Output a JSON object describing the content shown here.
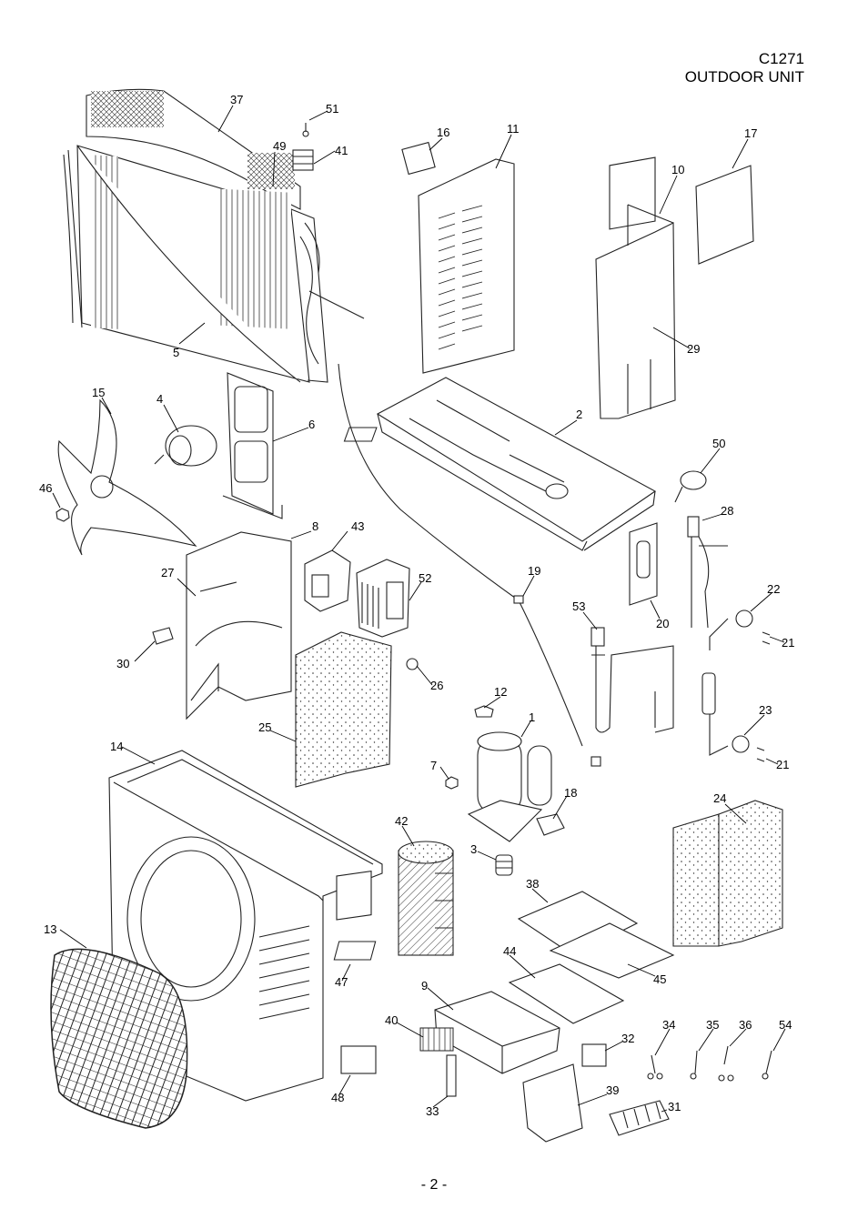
{
  "header": {
    "model": "C1271",
    "subtitle": "OUTDOOR UNIT"
  },
  "footer": {
    "page": "- 2 -"
  },
  "parts": [
    {
      "id": "p37",
      "label": "37"
    },
    {
      "id": "p51",
      "label": "51"
    },
    {
      "id": "p49",
      "label": "49"
    },
    {
      "id": "p41",
      "label": "41"
    },
    {
      "id": "p16",
      "label": "16"
    },
    {
      "id": "p11",
      "label": "11"
    },
    {
      "id": "p17",
      "label": "17"
    },
    {
      "id": "p10",
      "label": "10"
    },
    {
      "id": "p29",
      "label": "29"
    },
    {
      "id": "p5",
      "label": "5"
    },
    {
      "id": "p15",
      "label": "15"
    },
    {
      "id": "p4",
      "label": "4"
    },
    {
      "id": "p6",
      "label": "6"
    },
    {
      "id": "p2",
      "label": "2"
    },
    {
      "id": "p46",
      "label": "46"
    },
    {
      "id": "p50",
      "label": "50"
    },
    {
      "id": "p8",
      "label": "8"
    },
    {
      "id": "p43",
      "label": "43"
    },
    {
      "id": "p28",
      "label": "28"
    },
    {
      "id": "p27",
      "label": "27"
    },
    {
      "id": "p52",
      "label": "52"
    },
    {
      "id": "p19",
      "label": "19"
    },
    {
      "id": "p22",
      "label": "22"
    },
    {
      "id": "p53",
      "label": "53"
    },
    {
      "id": "p20",
      "label": "20"
    },
    {
      "id": "p21a",
      "label": "21"
    },
    {
      "id": "p30",
      "label": "30"
    },
    {
      "id": "p26",
      "label": "26"
    },
    {
      "id": "p12",
      "label": "12"
    },
    {
      "id": "p25",
      "label": "25"
    },
    {
      "id": "p1",
      "label": "1"
    },
    {
      "id": "p23",
      "label": "23"
    },
    {
      "id": "p14",
      "label": "14"
    },
    {
      "id": "p7",
      "label": "7"
    },
    {
      "id": "p21b",
      "label": "21"
    },
    {
      "id": "p18",
      "label": "18"
    },
    {
      "id": "p24",
      "label": "24"
    },
    {
      "id": "p42",
      "label": "42"
    },
    {
      "id": "p3",
      "label": "3"
    },
    {
      "id": "p38",
      "label": "38"
    },
    {
      "id": "p13",
      "label": "13"
    },
    {
      "id": "p47",
      "label": "47"
    },
    {
      "id": "p45",
      "label": "45"
    },
    {
      "id": "p44",
      "label": "44"
    },
    {
      "id": "p9",
      "label": "9"
    },
    {
      "id": "p40",
      "label": "40"
    },
    {
      "id": "p32",
      "label": "32"
    },
    {
      "id": "p34",
      "label": "34"
    },
    {
      "id": "p35",
      "label": "35"
    },
    {
      "id": "p36",
      "label": "36"
    },
    {
      "id": "p54",
      "label": "54"
    },
    {
      "id": "p48",
      "label": "48"
    },
    {
      "id": "p33",
      "label": "33"
    },
    {
      "id": "p39",
      "label": "39"
    },
    {
      "id": "p31",
      "label": "31"
    }
  ]
}
